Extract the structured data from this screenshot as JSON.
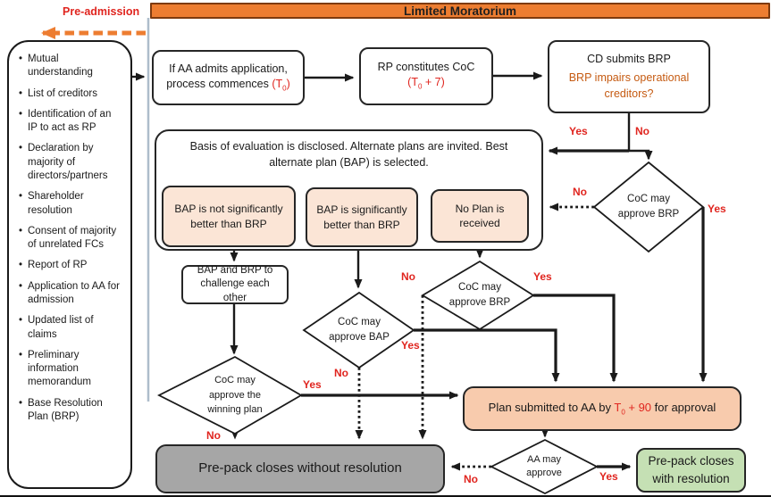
{
  "banner": {
    "title": "Limited Moratorium"
  },
  "pre_admission": {
    "label": "Pre-admission"
  },
  "left_panel": {
    "items": [
      "Mutual understanding",
      "List of creditors",
      "Identification of an IP to act as RP",
      "Declaration by majority of directors/partners",
      "Shareholder resolution",
      "Consent of majority of unrelated FCs",
      "Report of RP",
      "Application to AA for admission",
      "Updated list of claims",
      "Preliminary information memorandum",
      "Base Resolution Plan (BRP)"
    ]
  },
  "nodes": {
    "admit": {
      "text": "If AA admits application, process commences",
      "time_pre": "(T",
      "time_sub": "0",
      "time_post": ")"
    },
    "coc": {
      "line1": "RP constitutes CoC",
      "time_pre": "(T",
      "time_sub": "0",
      "time_post": " + 7)"
    },
    "cd_brp": {
      "line1": "CD submits BRP",
      "question": "BRP impairs operational creditors?"
    },
    "basis": {
      "text": "Basis of evaluation is disclosed. Alternate plans are invited. Best alternate plan (BAP) is selected."
    },
    "bap_not": {
      "text": "BAP is not significantly better than BRP"
    },
    "bap_sig": {
      "text": "BAP is significantly better than BRP"
    },
    "no_plan": {
      "text": "No Plan is received"
    },
    "challenge": {
      "text": "BAP and BRP to challenge each other"
    },
    "coc_brp_top": {
      "text": "CoC may approve BRP"
    },
    "coc_bap": {
      "text": "CoC may approve BAP"
    },
    "coc_brp_mid": {
      "text": "CoC may approve BRP"
    },
    "coc_winning": {
      "text": "CoC may approve the winning plan"
    },
    "plan_submit": {
      "pre": "Plan submitted to AA by ",
      "time_pre": "T",
      "time_sub": "0",
      "time_post": " + 90",
      "post": " for approval"
    },
    "aa_approve": {
      "text": "AA may approve"
    },
    "close_without": {
      "text": "Pre-pack closes without resolution"
    },
    "close_with": {
      "text": "Pre-pack closes with resolution"
    }
  },
  "edge_labels": {
    "cd_yes": "Yes",
    "cd_no": "No",
    "brp_top_no": "No",
    "brp_top_yes": "Yes",
    "brp_mid_no": "No",
    "brp_mid_yes": "Yes",
    "bap_yes": "Yes",
    "bap_no": "No",
    "winning_yes": "Yes",
    "winning_no": "No",
    "aa_no": "No",
    "aa_yes": "Yes"
  },
  "colors": {
    "banner_orange": "#ED7D31",
    "peach_light": "#FBE5D6",
    "peach_dark": "#F8CBAD",
    "green": "#C5E0B4",
    "gray": "#A6A6A6",
    "red_label": "#E0251F",
    "orange_text": "#C55A11",
    "timeline_line": "#AEBDCB"
  }
}
